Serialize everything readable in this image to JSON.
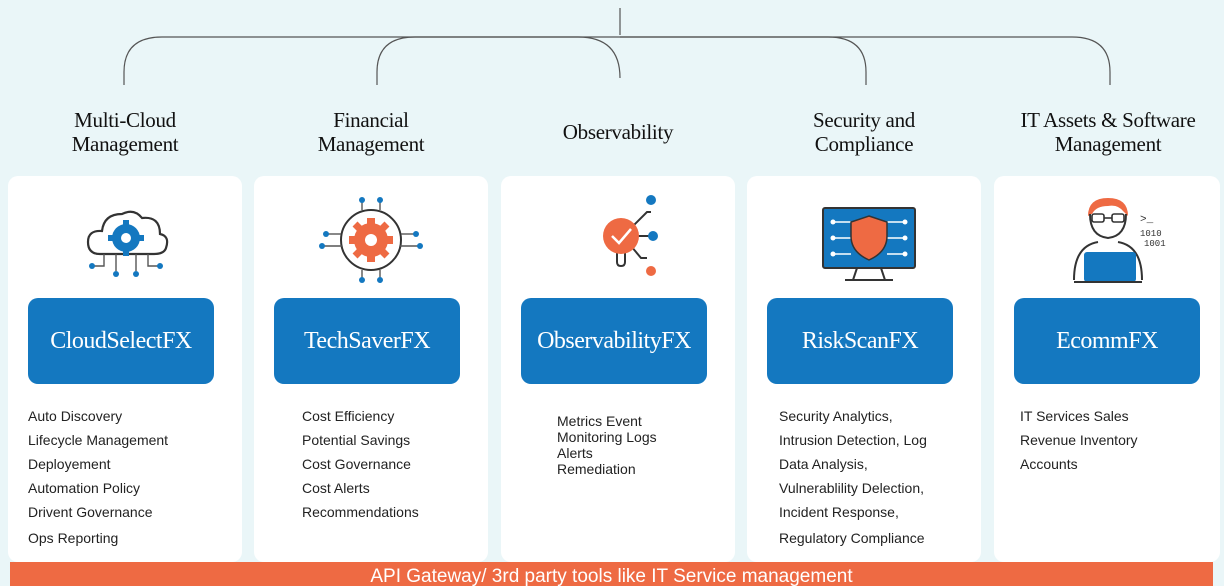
{
  "categories": [
    {
      "lines": [
        "Multi-Cloud",
        "Management"
      ]
    },
    {
      "lines": [
        "Financial",
        "Management"
      ]
    },
    {
      "lines": [
        "Observability"
      ]
    },
    {
      "lines": [
        "Security and",
        "Compliance"
      ]
    },
    {
      "lines": [
        "IT Assets & Software",
        "Management"
      ]
    }
  ],
  "cards": [
    {
      "product": "CloudSelectFX",
      "icon": "cloud-gear-icon",
      "features": [
        "Auto Discovery",
        "Lifecycle Management",
        "Deployement",
        "Automation Policy",
        "Drivent Governance",
        "Ops Reporting"
      ]
    },
    {
      "product": "TechSaverFX",
      "icon": "gear-circuit-icon",
      "features": [
        "Cost Efficiency",
        "Potential Savings",
        "Cost Governance",
        "Cost Alerts",
        "Recommendations"
      ]
    },
    {
      "product": "ObservabilityFX",
      "icon": "check-network-icon",
      "features": [
        "Metrics Event",
        "Monitoring Logs",
        "Alerts",
        "Remediation"
      ]
    },
    {
      "product": "RiskScanFX",
      "icon": "shield-monitor-icon",
      "features": [
        "Security Analytics,",
        "Intrusion Detection, Log",
        "Data Analysis,",
        "Vulnerablility Delection,",
        "Incident Response,",
        "Regulatory Compliance"
      ]
    },
    {
      "product": "EcommFX",
      "icon": "developer-laptop-icon",
      "features": [
        "IT Services Sales",
        "Revenue Inventory",
        "Accounts"
      ]
    }
  ],
  "banner": "API Gateway/ 3rd party tools like IT Service management",
  "icon_text": {
    "prompt": ">_",
    "bin1": "1010",
    "bin2": "1001"
  },
  "colors": {
    "primary": "#1478c0",
    "accent": "#ee6a43",
    "background": "#eaf6f8"
  }
}
